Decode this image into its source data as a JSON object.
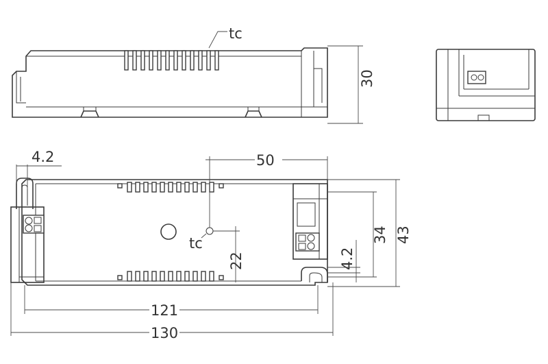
{
  "labels": {
    "tc_top": "tc",
    "tc_bottom": "tc",
    "height_30": "30",
    "dim_4_2_top": "4.2",
    "dim_50": "50",
    "dim_34": "34",
    "dim_43": "43",
    "dim_22": "22",
    "dim_4_2_right": "4.2",
    "dim_121": "121",
    "dim_130": "130"
  }
}
